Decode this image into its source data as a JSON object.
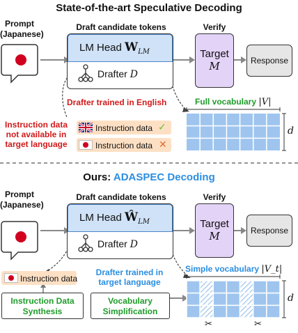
{
  "top": {
    "title": "State-of-the-art Speculative Decoding",
    "prompt_label_1": "Prompt",
    "prompt_label_2": "(Japanese)",
    "draft_header": "Draft candidate tokens",
    "verify_header": "Verify",
    "lm_head_text": "LM Head",
    "lm_head_symbol": "W",
    "lm_head_sub": "LM",
    "drafter_text": "Drafter",
    "drafter_symbol": "D",
    "target_text": "Target",
    "target_symbol": "M",
    "response_text": "Response",
    "drafter_trained_note": "Drafter trained in English",
    "not_available_note_1": "Instruction data",
    "not_available_note_2": "not available in",
    "not_available_note_3": "target language",
    "instr_data_en": "Instruction data",
    "instr_data_jp": "Instruction data",
    "check_mark": "✓",
    "cross_mark": "✕",
    "vocab_label": "Full vocabulary",
    "vocab_symbol": "|V|",
    "d_label": "d"
  },
  "bottom": {
    "title_prefix": "Ours:",
    "title_method": "ADASPEC Decoding",
    "prompt_label_1": "Prompt",
    "prompt_label_2": "(Japanese)",
    "draft_header": "Draft candidate tokens",
    "verify_header": "Verify",
    "lm_head_text": "LM Head",
    "lm_head_symbol": "Ŵ",
    "lm_head_sub": "LM",
    "drafter_text": "Drafter",
    "drafter_symbol": "D",
    "target_text": "Target",
    "target_symbol": "M",
    "response_text": "Response",
    "instr_data": "Instruction data",
    "drafter_trained_note_1": "Drafter trained in",
    "drafter_trained_note_2": "target language",
    "synthesis_1": "Instruction Data",
    "synthesis_2": "Synthesis",
    "simplification_1": "Vocabulary",
    "simplification_2": "Simplification",
    "vocab_label": "Simple vocabulary",
    "vocab_symbol": "|V_t|",
    "d_label": "d",
    "scissor_icon": "✂"
  },
  "colors": {
    "lm_head_fill": "#cfe2f7",
    "lm_head_border": "#4a86c8",
    "target_fill": "#e3d3f7",
    "response_fill": "#e6e6e6",
    "instr_fill": "#fde0c4",
    "grid_fill": "#9fc5ee",
    "red": "#d11a1a",
    "blue": "#2b8ee0",
    "green": "#1e9c2a"
  }
}
